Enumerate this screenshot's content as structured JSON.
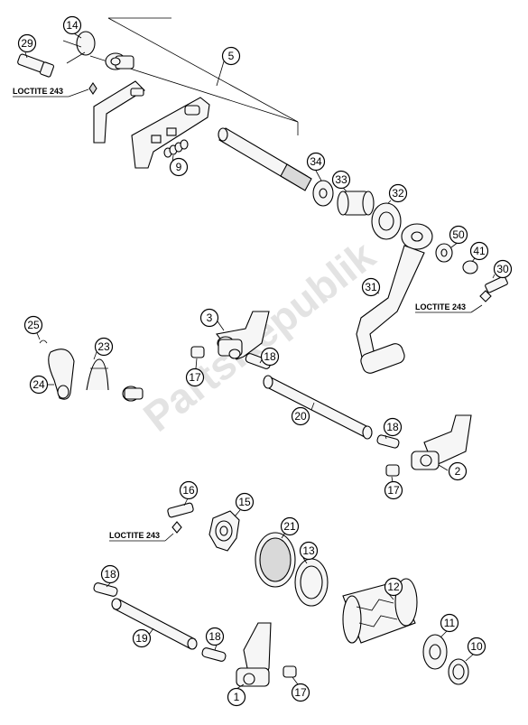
{
  "watermark": "PartsRepublik",
  "loctite_label": "LOCTITE 243",
  "callouts": {
    "c1": "1",
    "c2": "2",
    "c3": "3",
    "c5": "5",
    "c9": "9",
    "c10": "10",
    "c11": "11",
    "c12": "12",
    "c13": "13",
    "c14": "14",
    "c15": "15",
    "c16": "16",
    "c17a": "17",
    "c17b": "17",
    "c17c": "17",
    "c18a": "18",
    "c18b": "18",
    "c18c": "18",
    "c18d": "18",
    "c19": "19",
    "c20": "20",
    "c21": "21",
    "c23": "23",
    "c24": "24",
    "c25": "25",
    "c29": "29",
    "c30": "30",
    "c31": "31",
    "c32": "32",
    "c33": "33",
    "c34": "34",
    "c41": "41",
    "c50": "50"
  }
}
